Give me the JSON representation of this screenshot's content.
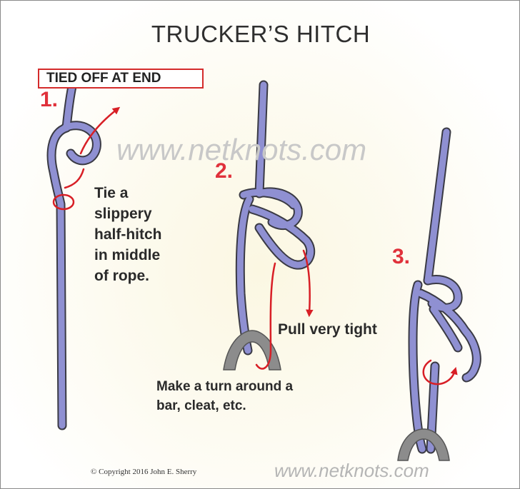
{
  "title": "TRUCKER’S HITCH",
  "tied_off_label": "TIED OFF AT END",
  "steps": [
    {
      "number": "1.",
      "caption_lines": [
        "Tie a",
        "slippery",
        "half-hitch",
        "in middle",
        "of rope."
      ]
    },
    {
      "number": "2.",
      "caption_lines": [
        "Pull very tight"
      ]
    },
    {
      "number": "3.",
      "caption_lines": []
    }
  ],
  "turn_caption_lines": [
    "Make a turn around a",
    "bar, cleat, etc."
  ],
  "watermark": "www.netknots.com",
  "copyright": "© Copyright  2016  John E. Sherry",
  "colors": {
    "rope": "#8f90d2",
    "rope_outline": "#3a3a44",
    "arrow": "#d81f26",
    "bar": "#8c8c8c",
    "title": "#2f2f2f"
  }
}
